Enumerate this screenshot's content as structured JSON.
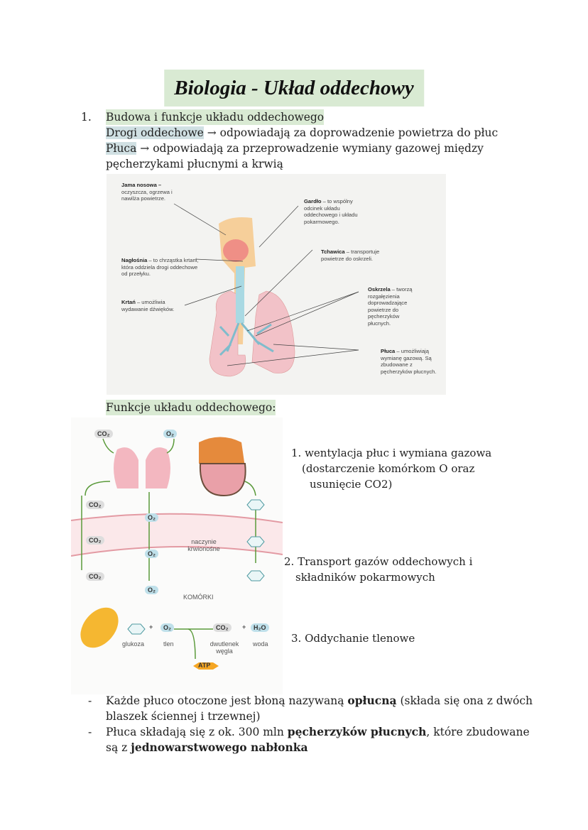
{
  "title": "Biologia - Układ oddechowy",
  "section1": {
    "number": "1.",
    "heading": "Budowa i funkcje układu oddechowego",
    "drogi_term": "Drogi oddechowe",
    "drogi_desc": " → odpowiadają za doprowadzenie powietrza do płuc",
    "pluca_term": "Płuca",
    "pluca_desc": " → odpowiadają za przeprowadzenie wymiany gazowej między",
    "pluca_desc2": "pęcherzykami płucnymi a krwią"
  },
  "anatomy": {
    "jama_t": "Jama nosowa –",
    "jama_d": "oczyszcza, ogrzewa i nawilża powietrze.",
    "gardlo_t": "Gardło",
    "gardlo_d": "– to wspólny odcinek układu oddechowego i układu pokarmowego.",
    "naglosnia_t": "Nagłośnia",
    "naglosnia_d": "– to chrząstka krtani, która oddziela drogi oddechowe od przełyku.",
    "tchawica_t": "Tchawica",
    "tchawica_d": "– transportuje powietrze do oskrzeli.",
    "krtan_t": "Krtań",
    "krtan_d": "– umożliwia wydawanie dźwięków.",
    "oskrzela_t": "Oskrzela",
    "oskrzela_d": "– tworzą rozgałęzienia doprowadzające powietrze do pęcherzyków płucnych.",
    "pluca_t": "Płuca",
    "pluca_d": "– umożliwiają wymianę gazową. Są zbudowane z pęcherzyków płucnych."
  },
  "functions": {
    "heading": "Funkcje układu oddechowego:",
    "item1a": "1. wentylacja płuc i wymiana gazowa",
    "item1b": "(dostarczenie komórkom O oraz",
    "item1c": "usunięcie CO2)",
    "item2a": "2. Transport gazów oddechowych i",
    "item2b": "składników pokarmowych",
    "item3": "3. Oddychanie tlenowe"
  },
  "diagram": {
    "co2": "CO₂",
    "o2": "O₂",
    "h2o": "H₂O",
    "plus": "+",
    "naczynie": "naczynie krwionośne",
    "komorki": "KOMÓRKI",
    "glukoza": "glukoza",
    "tlen": "tlen",
    "dwutlenek": "dwutlenek węgla",
    "woda": "woda",
    "atp": "ATP"
  },
  "bullets": [
    {
      "dash": "-",
      "a": "Każde płuco otoczone jest błoną nazywaną ",
      "b": "opłucną",
      "c": " (składa się ona z dwóch",
      "d": "blaszek ściennej i trzewnej)"
    },
    {
      "dash": "-",
      "a": "Płuca składają się z ok. 300 mln ",
      "b": "pęcherzyków płucnych",
      "c": ", które zbudowane",
      "d1": "są z ",
      "d2": "jednowarstwowego nabłonka"
    }
  ]
}
